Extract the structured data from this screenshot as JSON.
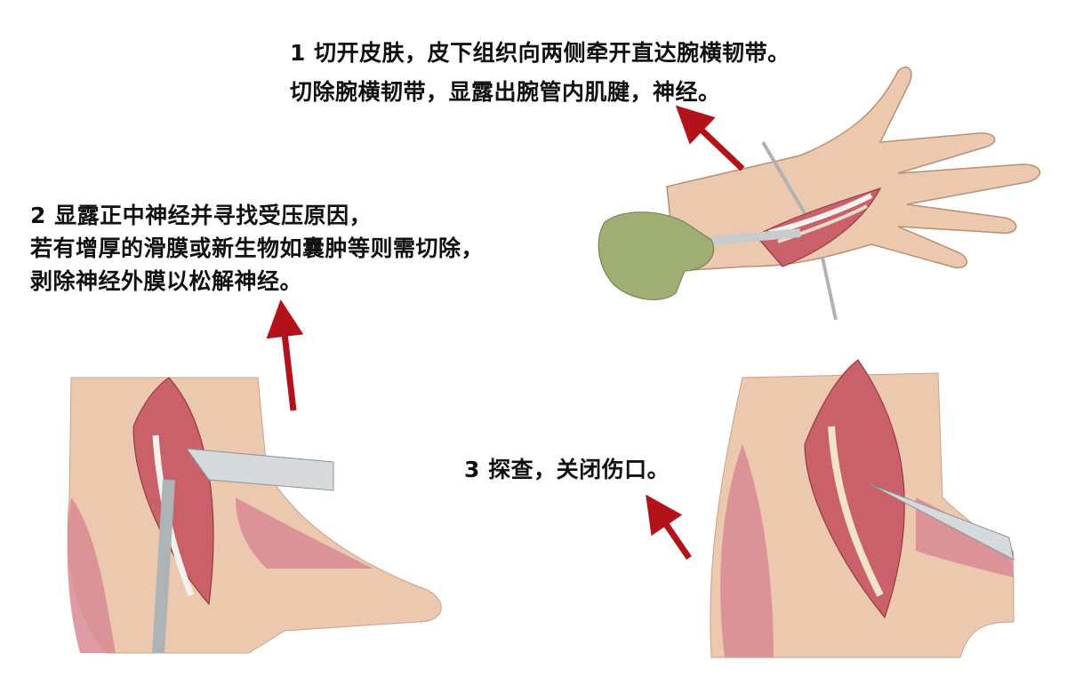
{
  "steps": [
    {
      "number": "1",
      "lines": [
        "1 切开皮肤，皮下组织向两侧牵开直达腕横韧带。",
        "切除腕横韧带，显露出腕管内肌腱，神经。"
      ]
    },
    {
      "number": "2",
      "lines": [
        "2 显露正中神经并寻找受压原因，",
        "若有增厚的滑膜或新生物如囊肿等则需切除，",
        "剥除神经外膜以松解神经。"
      ]
    },
    {
      "number": "3",
      "lines": [
        "3 探查，关闭伤口。"
      ]
    }
  ],
  "colors": {
    "arrow": "#b3121a",
    "skin": "#ecc9ae",
    "muscle": "#d98a94",
    "wound": "#b8414a",
    "glove": "#9fae72",
    "instrument": "#d7dadc"
  }
}
